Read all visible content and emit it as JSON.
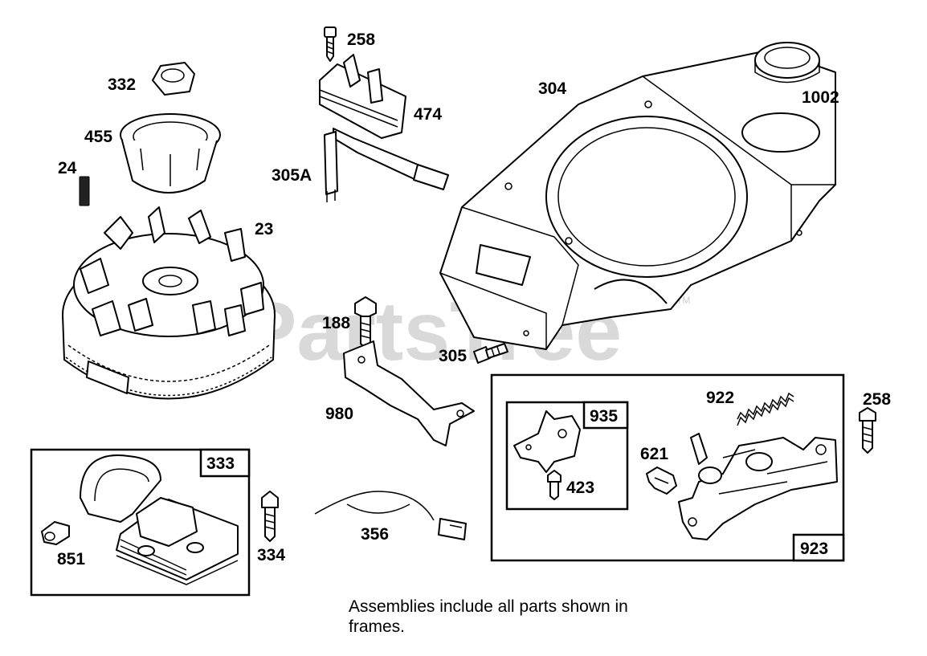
{
  "watermark": {
    "text": "PartsTree",
    "trademark": "TM"
  },
  "part_labels": {
    "p258_top": "258",
    "p332": "332",
    "p455": "455",
    "p24": "24",
    "p23": "23",
    "p474": "474",
    "p305a": "305A",
    "p304": "304",
    "p1002": "1002",
    "p188": "188",
    "p305": "305",
    "p980": "980",
    "p922": "922",
    "p258_right": "258",
    "p935": "935",
    "p621": "621",
    "p423": "423",
    "p923": "923",
    "p333": "333",
    "p334": "334",
    "p356": "356",
    "p851": "851"
  },
  "note": {
    "line1": "Assemblies include all parts shown in",
    "line2": "frames."
  }
}
